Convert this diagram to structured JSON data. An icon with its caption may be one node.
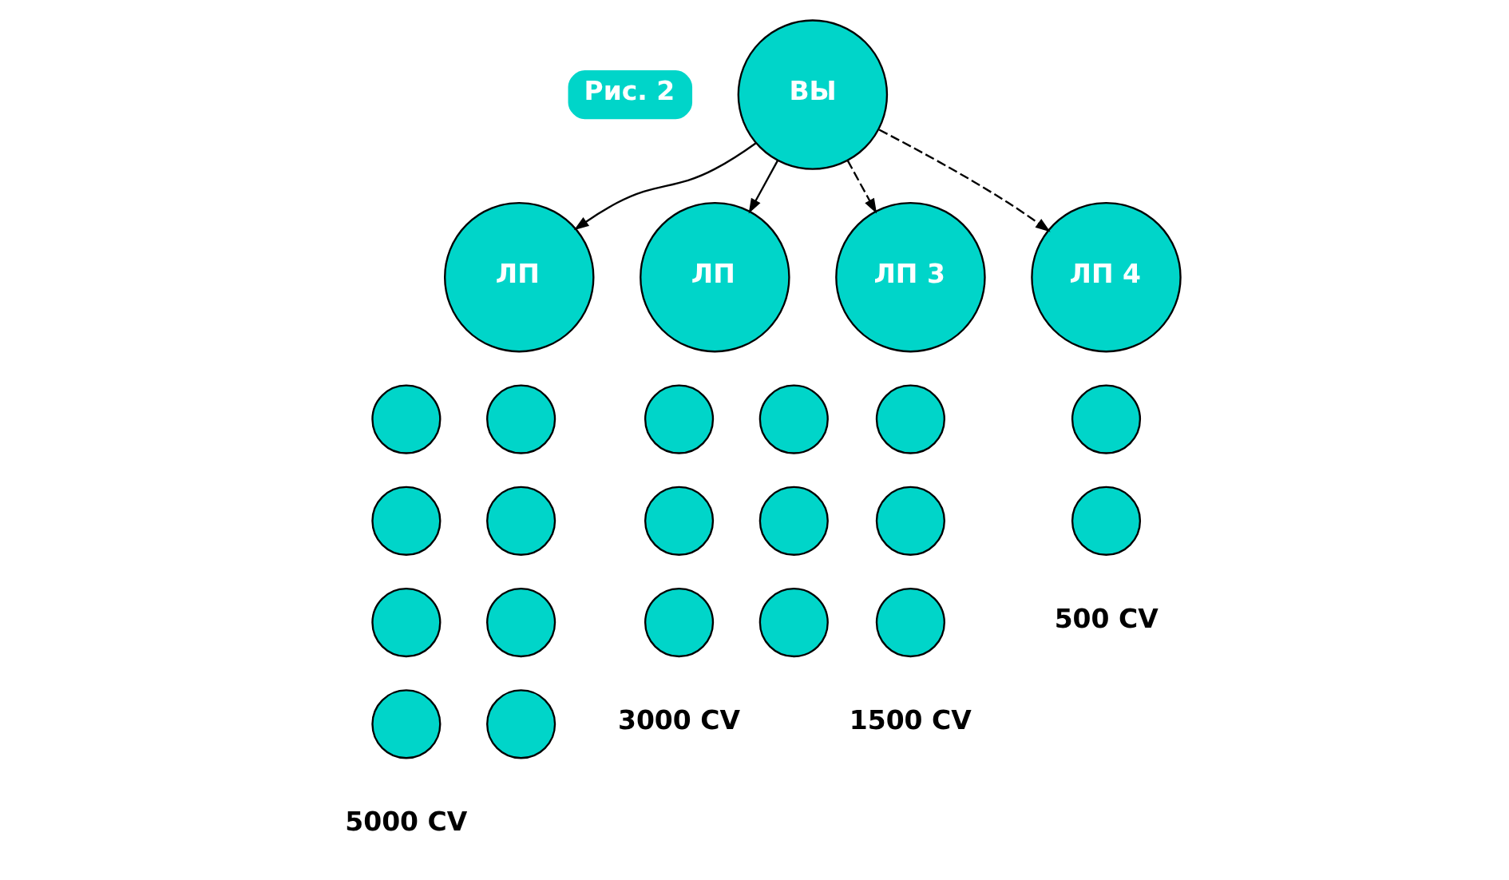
{
  "diagram": {
    "nodes": [
      {
        "text": [
          "Рис. 2"
        ]
      },
      {
        "text": [
          "ВЫ"
        ]
      },
      {
        "text": [
          "ЛП"
        ]
      },
      {
        "text": [
          "ЛП"
        ]
      },
      {
        "text": [
          "ЛП 3"
        ]
      },
      {
        "text": [
          "ЛП 4"
        ]
      },
      {
        "text": [],
        "shape": "circle"
      },
      {
        "text": [],
        "shape": "circle"
      },
      {
        "text": [],
        "shape": "circle"
      },
      {
        "text": [],
        "shape": "circle"
      },
      {
        "text": [],
        "shape": "circle"
      },
      {
        "text": [],
        "shape": "circle"
      },
      {
        "text": [],
        "shape": "circle"
      },
      {
        "text": [],
        "shape": "circle"
      },
      {
        "text": [],
        "shape": "circle"
      },
      {
        "text": [],
        "shape": "circle"
      },
      {
        "text": [],
        "shape": "circle"
      },
      {
        "text": [],
        "shape": "circle"
      },
      {
        "text": [],
        "shape": "circle"
      },
      {
        "text": [],
        "shape": "circle"
      },
      {
        "text": [],
        "shape": "circle"
      },
      {
        "text": [],
        "shape": "circle"
      },
      {
        "text": [],
        "shape": "circle"
      },
      {
        "text": [],
        "shape": "circle"
      },
      {
        "text": [],
        "shape": "circle"
      }
    ],
    "edges": [
      {
        "from": 1,
        "to": 2,
        "arrow": "to"
      },
      {
        "from": 1,
        "to": 3,
        "arrow": "to"
      },
      {
        "from": 1,
        "to": 4,
        "arrow": "to",
        "style": "dashed"
      },
      {
        "from": 1,
        "to": 5,
        "arrow": "to",
        "style": "dashed"
      }
    ],
    "labels": [
      "5000 CV",
      "3000 CV",
      "1500 CV",
      "500 CV"
    ]
  }
}
